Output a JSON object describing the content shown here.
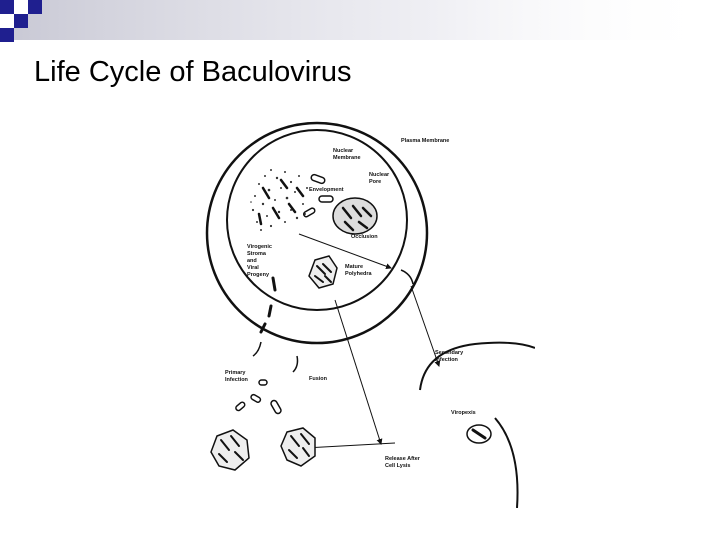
{
  "slide": {
    "title": "Life Cycle of Baculovirus"
  },
  "diagram": {
    "labels": {
      "plasma_membrane": "Plasma Membrane",
      "nuclear_membrane_1": "Nuclear",
      "nuclear_membrane_2": "Membrane",
      "nuclear_pore_1": "Nuclear",
      "nuclear_pore_2": "Pore",
      "envelopment": "Envelopment",
      "occlusion": "Occlusion",
      "virogenic_1": "Virogenic",
      "virogenic_2": "Stroma",
      "virogenic_3": "and",
      "virogenic_4": "Viral",
      "virogenic_5": "Progeny",
      "mature_1": "Mature",
      "mature_2": "Polyhedra",
      "secondary_1": "Secondary",
      "secondary_2": "Infection",
      "primary_1": "Primary",
      "primary_2": "Infection",
      "fusion": "Fusion",
      "viropexis": "Viropexis",
      "release_1": "Release After",
      "release_2": "Cell Lysis"
    }
  },
  "colors": {
    "corner_blue": "#1f1f8f",
    "corner_gray": "#c8c8d4",
    "ink": "#111111"
  }
}
